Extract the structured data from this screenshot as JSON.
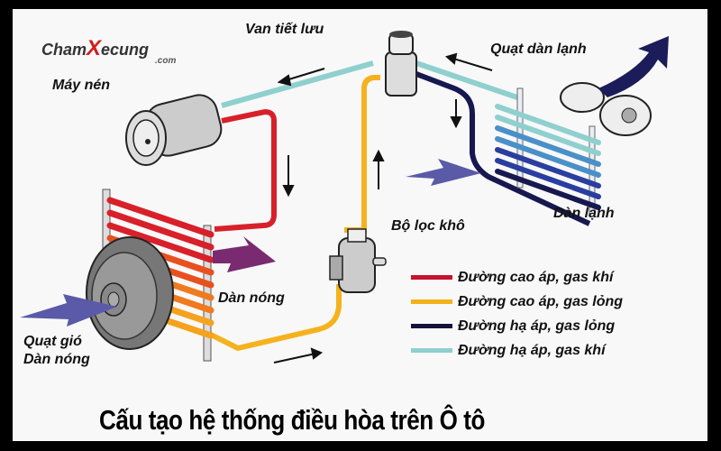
{
  "title": "Cấu tạo hệ thống điều hòa trên Ô tô",
  "logo": {
    "pre": "ham",
    "x": "X",
    "post": "ecung",
    "suffix": ".com",
    "initial": "C"
  },
  "labels": {
    "compressor": "Máy nén",
    "expansion_valve": "Van tiết lưu",
    "evaporator_fan": "Quạt dàn lạnh",
    "evaporator": "Dàn lạnh",
    "receiver_drier": "Bộ lọc khô",
    "condenser": "Dàn nóng",
    "condenser_fan_line1": "Quạt gió",
    "condenser_fan_line2": "Dàn nóng"
  },
  "legend": [
    {
      "label": "Đường cao áp, gas khí",
      "color": "#c8102e"
    },
    {
      "label": "Đường cao áp, gas lỏng",
      "color": "#f2b21c"
    },
    {
      "label": "Đường hạ áp, gas lỏng",
      "color": "#12123a"
    },
    {
      "label": "Đường hạ áp, gas khí",
      "color": "#8fcfcf"
    }
  ],
  "colors": {
    "high_gas": "#d8202a",
    "high_liquid": "#f5b21e",
    "low_liquid": "#181850",
    "low_gas": "#8fd0cf",
    "air_in": "#5a5aa8",
    "air_hot": "#7a2a70",
    "air_cold": "#1c1c5a"
  }
}
